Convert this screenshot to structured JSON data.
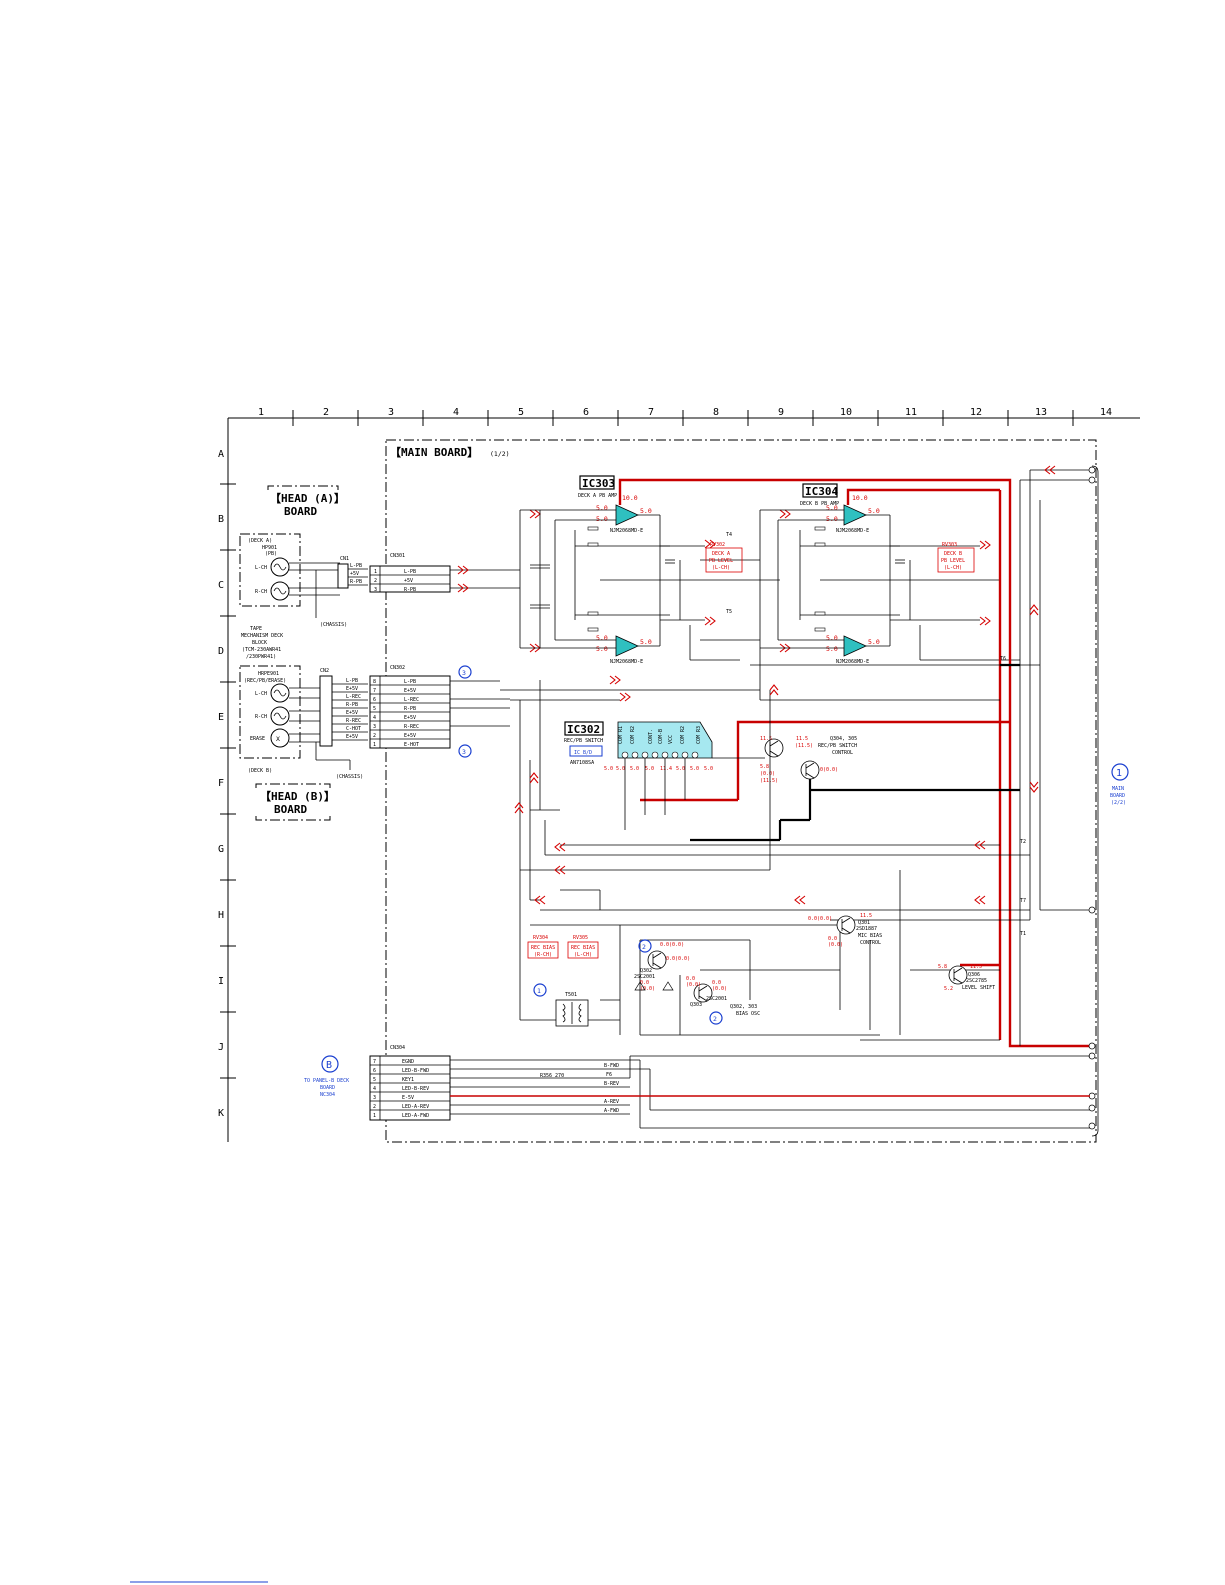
{
  "grid": {
    "columns": [
      "1",
      "2",
      "3",
      "4",
      "5",
      "6",
      "7",
      "8",
      "9",
      "10",
      "11",
      "12",
      "13",
      "14"
    ],
    "rows": [
      "A",
      "B",
      "C",
      "D",
      "E",
      "F",
      "G",
      "H",
      "I",
      "J",
      "K"
    ]
  },
  "boards": {
    "main_title": "【MAIN BOARD】",
    "main_suffix": "(1/2)",
    "head_a": [
      "【HEAD (A)】",
      "BOARD"
    ],
    "head_b": [
      "【HEAD (B)】",
      "BOARD"
    ]
  },
  "deck_a": {
    "title": "(DECK A)",
    "head_ref": "HP901",
    "head_sub": "(PB)",
    "lch": "L-CH",
    "rch": "R-CH",
    "mech": [
      "TAPE",
      "MECHANISM DECK",
      "BLOCK",
      "(TCM-230AWR41",
      "/230PWR41)"
    ],
    "chassis": "(CHASSIS)"
  },
  "deck_b": {
    "title": "(DECK B)",
    "head_ref": "HRPE901",
    "head_sub": "(REC/PB/ERASE)",
    "lch": "L-CH",
    "rch": "R-CH",
    "erase": "ERASE",
    "chassis": "(CHASSIS)"
  },
  "cn301": {
    "ref": "CN301",
    "pins": [
      {
        "num": "1",
        "label": "L-PB"
      },
      {
        "num": "2",
        "label": "+5V"
      },
      {
        "num": "3",
        "label": "R-PB"
      }
    ],
    "jack_labels": [
      "L-PB",
      "+5V",
      "R-PB"
    ]
  },
  "cn302": {
    "ref": "CN302",
    "pins": [
      {
        "num": "8",
        "label": "L-PB"
      },
      {
        "num": "7",
        "label": "E+5V"
      },
      {
        "num": "6",
        "label": "L-REC"
      },
      {
        "num": "5",
        "label": "R-PB"
      },
      {
        "num": "4",
        "label": "E+5V"
      },
      {
        "num": "3",
        "label": "R-REC"
      },
      {
        "num": "2",
        "label": "E+5V"
      },
      {
        "num": "1",
        "label": "E-HOT"
      }
    ],
    "jack_labels": [
      "L-PB",
      "E+5V",
      "L-REC",
      "R-PB",
      "E+5V",
      "R-REC",
      "C-HOT",
      "E+5V"
    ]
  },
  "cn304": {
    "ref": "CN304",
    "pins": [
      {
        "num": "7",
        "label": "EGND"
      },
      {
        "num": "6",
        "label": "LED-B-FWD"
      },
      {
        "num": "5",
        "label": "KEY1"
      },
      {
        "num": "4",
        "label": "LED-B-REV"
      },
      {
        "num": "3",
        "label": "E-5V"
      },
      {
        "num": "2",
        "label": "LED-A-REV"
      },
      {
        "num": "1",
        "label": "LED-A-FWD"
      }
    ],
    "right_labels": [
      "B-FWD",
      "F6",
      "B-REV",
      "A-REV",
      "A-FWD"
    ],
    "resistor": "R356 270"
  },
  "ic303": {
    "title": "IC303",
    "desc": "DECK A PB AMP",
    "part": "NJM2068MD-E",
    "v_top": "10.0",
    "v_a": "5.0",
    "v_b": "5.0",
    "v_c": "5.0"
  },
  "ic304": {
    "title": "IC304",
    "desc": "DECK B PB AMP",
    "part": "NJM2068MD-E",
    "v_top": "10.0",
    "v_a": "5.0",
    "v_b": "5.0",
    "v_c": "5.0"
  },
  "ic302": {
    "title": "IC302",
    "desc": "REC/PB SWITCH",
    "tag": "IC B/D",
    "part": "AN7108SA",
    "pins": [
      "COM R1",
      "COM R2",
      "CONT.",
      "COM-B",
      "VCC",
      "COM R2",
      "COM R3"
    ],
    "voltages": [
      "5.0",
      "5.0",
      "5.0",
      "5.0",
      "11.4",
      "5.0",
      "5.0",
      "5.0"
    ]
  },
  "level_boxes": {
    "deck_a": [
      "RV302",
      "DECK A",
      "PB LEVEL",
      "(L-CH)"
    ],
    "deck_b": [
      "RV303",
      "DECK B",
      "PB LEVEL",
      "(L-CH)"
    ],
    "rec_r": [
      "RV304",
      "REC BIAS",
      "(R-CH)"
    ],
    "rec_l": [
      "RV305",
      "REC BIAS",
      "(L-CH)"
    ]
  },
  "transistors": {
    "q304": {
      "ref": "Q304, 305",
      "desc": [
        "REC/PB SWITCH",
        "CONTROL"
      ],
      "v1": "11.5",
      "v2": "(11.5)",
      "v3": "5.8",
      "v4": "(0.0)",
      "v5": "(11.5)",
      "v6": "0(0.0)"
    },
    "q301": {
      "ref": "Q301",
      "desc": [
        "MIC BIAS",
        "CONTROL"
      ],
      "part": "2SD1887",
      "v1": "0.0(0.0)",
      "v2": "11.5",
      "v3": "0.0",
      "v4": "(0.0)"
    },
    "q302": {
      "ref": "Q302",
      "part": "2SC2001",
      "v1": "0.0(0.0)",
      "v2": "0.0(0.0)",
      "v3": "0.0",
      "v4": "(0.0)"
    },
    "q303": {
      "ref": "Q303",
      "part": "2SC2001",
      "v1": "0.0",
      "v2": "(0.0)",
      "v3": "0.0",
      "v4": "(0.0)"
    },
    "bias_osc": [
      "Q302, 303",
      "BIAS OSC"
    ],
    "q306": {
      "ref": "Q306",
      "part": "2SC2785",
      "desc": "LEVEL SHIFT",
      "v1": "5.8",
      "v2": "11.5",
      "v3": "5.2"
    }
  },
  "connectors": {
    "main1": {
      "label": "MAIN",
      "lines": [
        "BOARD",
        "(2/2)"
      ]
    },
    "panel_b": {
      "label": "TO PANEL-B DECK",
      "lines": [
        "BOARD",
        "NC304"
      ]
    },
    "circle1": "1",
    "circleB": "B",
    "circle2": "2",
    "circle3": "3"
  },
  "nets": {
    "t1": "T1",
    "t2": "T2",
    "t4": "T4",
    "t5": "T5",
    "t6": "T6",
    "t7": "T7",
    "t501": "T501"
  },
  "colors": {
    "accent_red": "#c80000",
    "ic_fill": "#2fc0c0",
    "ic302_fill": "#a6e8f0",
    "blue_ref": "#1a3fd0"
  }
}
